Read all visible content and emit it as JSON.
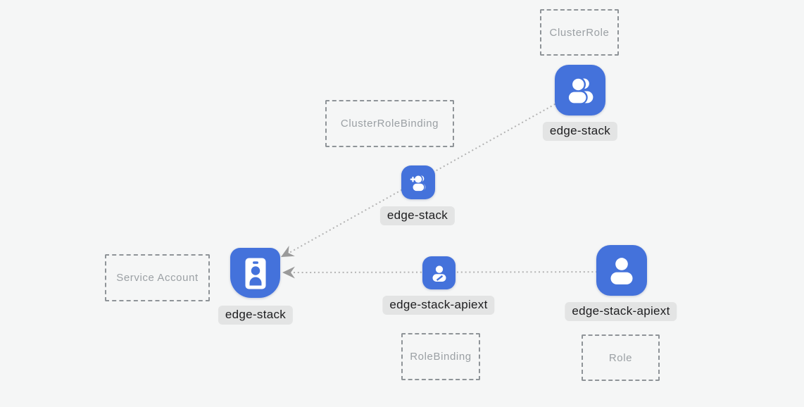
{
  "colors": {
    "background": "#f5f6f6",
    "node_blue": "#4472db",
    "glyph_white": "#ffffff",
    "edge_gray": "#b3b3b3",
    "arrow_gray": "#9a9a9a",
    "chip_bg": "#e3e4e4",
    "chip_text": "#1d1d1f",
    "box_border": "#8f9498",
    "box_text": "#9ba0a4"
  },
  "type_boxes": [
    {
      "label": "ClusterRole"
    },
    {
      "label": "ClusterRoleBinding"
    },
    {
      "label": "Service Account"
    },
    {
      "label": "RoleBinding"
    },
    {
      "label": "Role"
    }
  ],
  "nodes": [
    {
      "kind": "ClusterRole",
      "label": "edge-stack",
      "icon": "users-icon"
    },
    {
      "kind": "ClusterRoleBinding",
      "label": "edge-stack",
      "icon": "user-plus-icon"
    },
    {
      "kind": "ServiceAccount",
      "label": "edge-stack",
      "icon": "id-badge-icon"
    },
    {
      "kind": "RoleBinding",
      "label": "edge-stack-apiext",
      "icon": "user-edit-icon"
    },
    {
      "kind": "Role",
      "label": "edge-stack-apiext",
      "icon": "user-icon"
    }
  ],
  "edges": [
    {
      "from": "ClusterRole/edge-stack",
      "via": "ClusterRoleBinding/edge-stack",
      "to": "ServiceAccount/edge-stack",
      "style": "dotted-arrow"
    },
    {
      "from": "Role/edge-stack-apiext",
      "via": "RoleBinding/edge-stack-apiext",
      "to": "ServiceAccount/edge-stack",
      "style": "dotted-arrow"
    }
  ]
}
